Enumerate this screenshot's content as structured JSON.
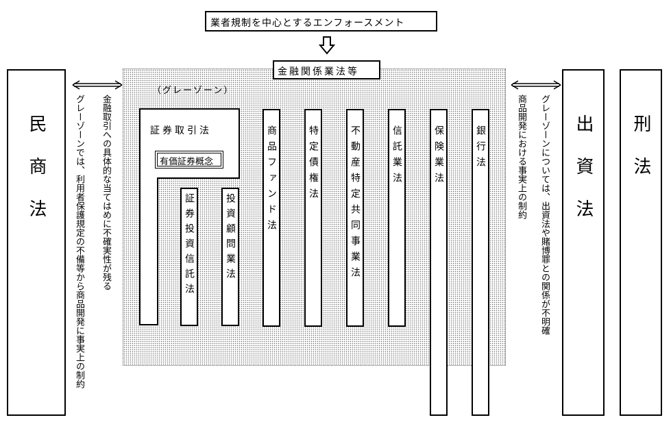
{
  "top_box": "業者規制を中心とするエンフォースメント",
  "kinyu_box": "金融関係業法等",
  "gray_zone_label": "（グレーゾーン）",
  "left_pillar": "民商法",
  "right_pillars": [
    "出資法",
    "刑法"
  ],
  "left_notes": [
    "金融取引への具体的な当てはめに不確実性が残る",
    "グレーゾーンでは、利用者保護規定の不備等から商品開発に事実上の制約"
  ],
  "right_notes": [
    "商品開発における事実上の制約",
    "グレーゾーンについては、出資法や賭博罪との関係が不明確"
  ],
  "securities_box": {
    "title": "証券取引法",
    "concept": "有価証券概念",
    "children": [
      "証券投資信託法",
      "投資顧問業法"
    ]
  },
  "laws": [
    "商品ファンド法",
    "特定債権法",
    "不動産特定共同事業法",
    "信託業法",
    "保険業法",
    "銀行法"
  ]
}
